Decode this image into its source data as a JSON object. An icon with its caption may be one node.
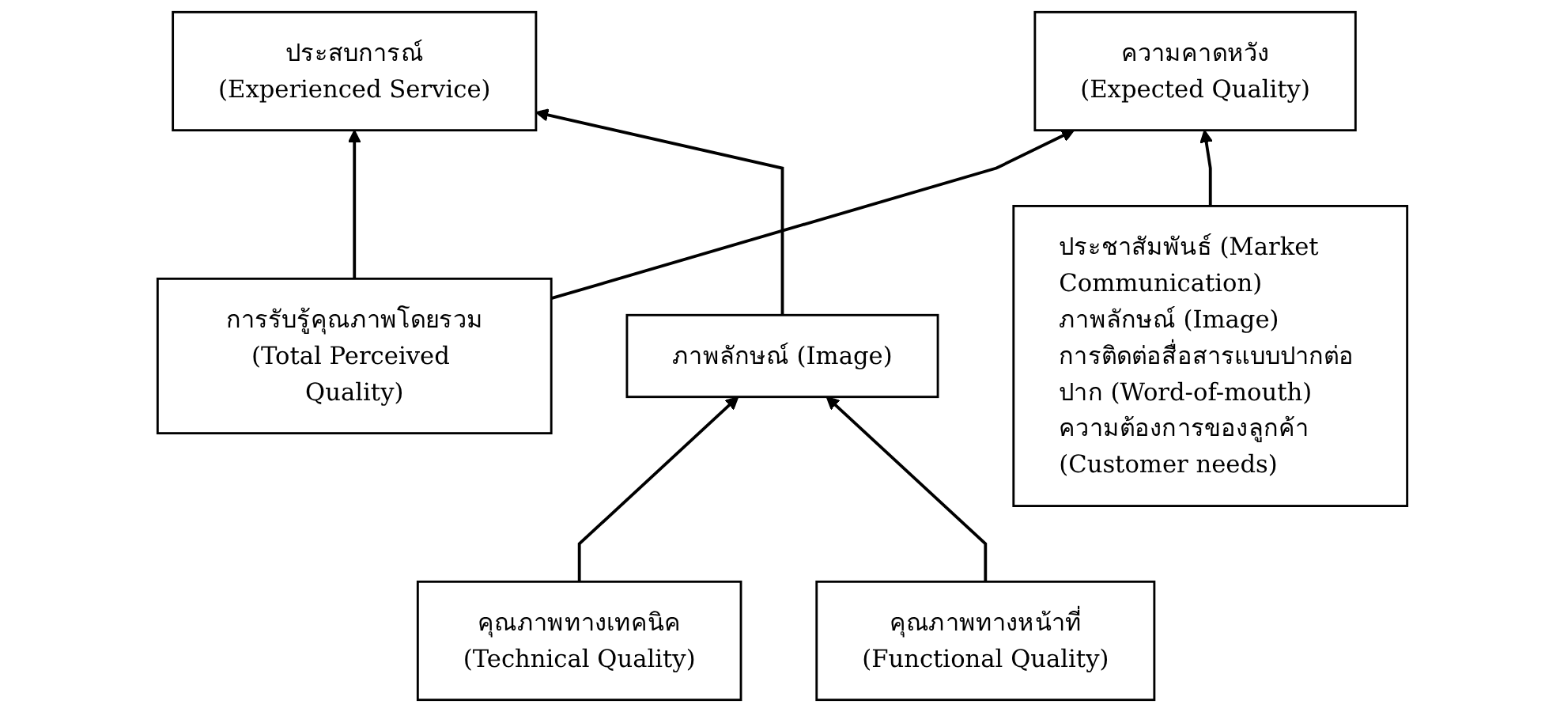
{
  "diagram": {
    "nodes": [
      {
        "text": [
          "ความคาดหวัง",
          "(Expected Quality)"
        ]
      },
      {
        "text": [
          "การรับรู้คุณภาพโดยรวม",
          "(Total Perceived Quality)"
        ]
      },
      {
        "text": [
          "ประสบการณ์",
          "(Experienced Service)"
        ]
      },
      {
        "text": [
          "ภาพลักษณ์ (Image)"
        ]
      },
      {
        "text": [
          "ประชาสัมพันธ์ (Market Communication)",
          "ภาพลักษณ์ (Image)",
          "การติดต่อสื่อสารแบบปากต่อปาก (Word-of-mouth)",
          "ความต้องการของลูกค้า (Customer needs)"
        ]
      },
      {
        "text": [
          "คุณภาพทางเทคนิค",
          "(Technical Quality)"
        ]
      },
      {
        "text": [
          "คุณภาพทางหน้าที่",
          "(Functional Quality)"
        ]
      }
    ],
    "edges": [
      {
        "from": 1,
        "to": 0,
        "arrow": "to"
      },
      {
        "from": 1,
        "to": 2,
        "arrow": "to"
      },
      {
        "from": 4,
        "to": 0,
        "arrow": "to"
      },
      {
        "from": 3,
        "to": 2,
        "arrow": "to"
      },
      {
        "from": 5,
        "to": 3,
        "arrow": "to"
      },
      {
        "from": 6,
        "to": 3,
        "arrow": "to"
      }
    ]
  }
}
